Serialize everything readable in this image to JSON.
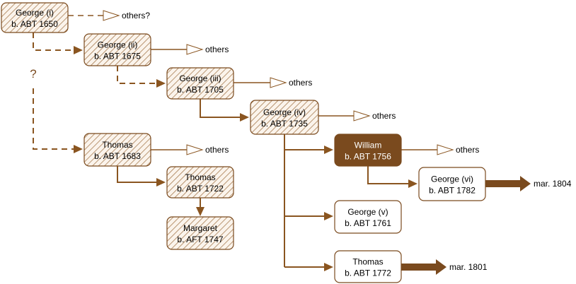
{
  "colors": {
    "brown": "#7a4a1e",
    "line": "#8a5520",
    "hatch": "#a87d52",
    "hatch_bg": "#fbf4ec",
    "highlight": "#7a4a1e",
    "plain_bg": "#ffffff"
  },
  "people": [
    {
      "id": "george_i",
      "name": "George (i)",
      "born": "b. ABT 1650",
      "style": "hatched"
    },
    {
      "id": "george_ii",
      "name": "George (ii)",
      "born": "b. ABT 1675",
      "style": "hatched"
    },
    {
      "id": "george_iii",
      "name": "George (iii)",
      "born": "b. ABT 1705",
      "style": "hatched"
    },
    {
      "id": "george_iv",
      "name": "George (iv)",
      "born": "b. ABT 1735",
      "style": "hatched"
    },
    {
      "id": "thomas_1683",
      "name": "Thomas",
      "born": "b. ABT 1683",
      "style": "hatched"
    },
    {
      "id": "thomas_1722",
      "name": "Thomas",
      "born": "b. ABT 1722",
      "style": "hatched"
    },
    {
      "id": "margaret",
      "name": "Margaret",
      "born": "b. AFT 1747",
      "style": "hatched"
    },
    {
      "id": "william",
      "name": "William",
      "born": "b. ABT 1756",
      "style": "highlight"
    },
    {
      "id": "george_vi",
      "name": "George (vi)",
      "born": "b. ABT 1782",
      "style": "plain"
    },
    {
      "id": "george_v",
      "name": "George (v)",
      "born": "b. ABT 1761",
      "style": "plain"
    },
    {
      "id": "thomas_1772",
      "name": "Thomas",
      "born": "b. ABT 1772",
      "style": "plain"
    }
  ],
  "others": [
    {
      "id": "others_i",
      "label": "others?"
    },
    {
      "id": "others_ii",
      "label": "others"
    },
    {
      "id": "others_iii",
      "label": "others"
    },
    {
      "id": "others_iv",
      "label": "others"
    },
    {
      "id": "others_t",
      "label": "others"
    },
    {
      "id": "others_w",
      "label": "others"
    }
  ],
  "marriages": [
    {
      "id": "mar_gvi",
      "label": "mar. 1804"
    },
    {
      "id": "mar_t",
      "label": "mar. 1801"
    }
  ],
  "question_mark": "?"
}
